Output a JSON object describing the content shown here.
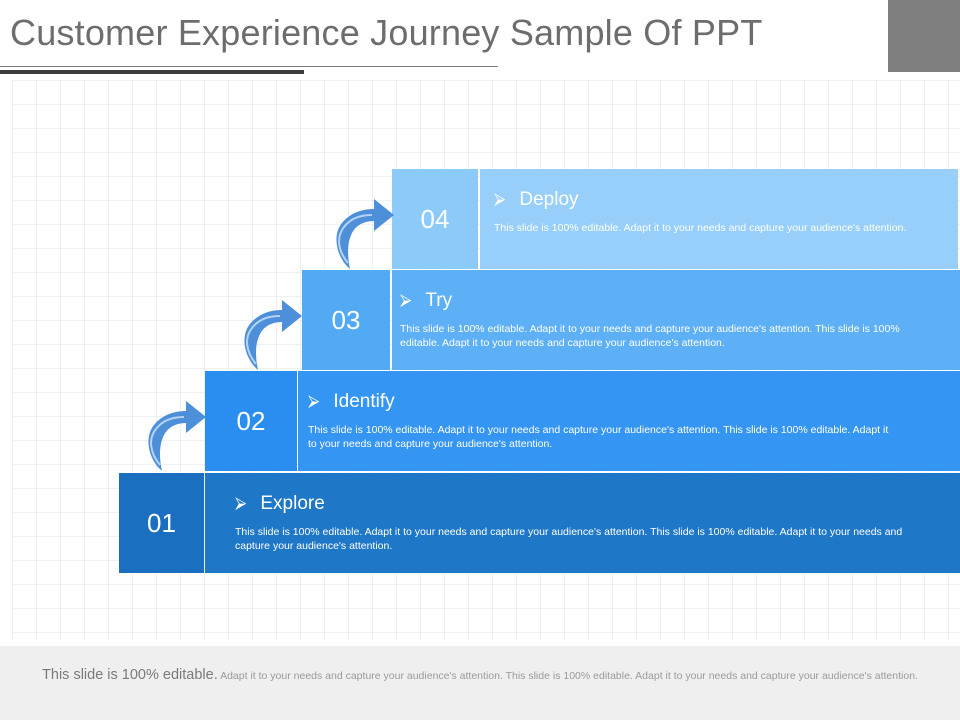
{
  "title": "Customer Experience Journey Sample Of PPT",
  "colors": {
    "step1_num": "#1a6fc1",
    "step1_body": "#1f77c7",
    "step2_num": "#2a8ef0",
    "step2_body": "#3595f2",
    "step3_num": "#52aaf5",
    "step3_body": "#5db0f6",
    "step4_num": "#8ccaf9",
    "step4_body": "#97cffa",
    "arrow": "#3e86d6"
  },
  "steps": [
    {
      "number": "01",
      "title": "Explore",
      "desc": "This slide is 100% editable. Adapt it to your needs and capture your audience's attention. This slide is 100% editable. Adapt it to your needs and capture your audience's attention."
    },
    {
      "number": "02",
      "title": "Identify",
      "desc": "This slide is 100% editable. Adapt it to your needs and capture your audience's attention. This slide is 100% editable. Adapt it to your needs and capture your audience's attention."
    },
    {
      "number": "03",
      "title": "Try",
      "desc": "This slide is 100% editable. Adapt it to your needs and capture your audience's attention. This slide is 100% editable. Adapt it to your needs and capture your audience's attention."
    },
    {
      "number": "04",
      "title": "Deploy",
      "desc": "This slide is 100% editable. Adapt it to your needs and capture your audience's attention."
    }
  ],
  "footer": {
    "lead": "This slide is 100% editable.",
    "rest": "Adapt it to your needs and capture your audience's attention. This slide is 100% editable. Adapt it to your needs and capture your audience's attention."
  }
}
